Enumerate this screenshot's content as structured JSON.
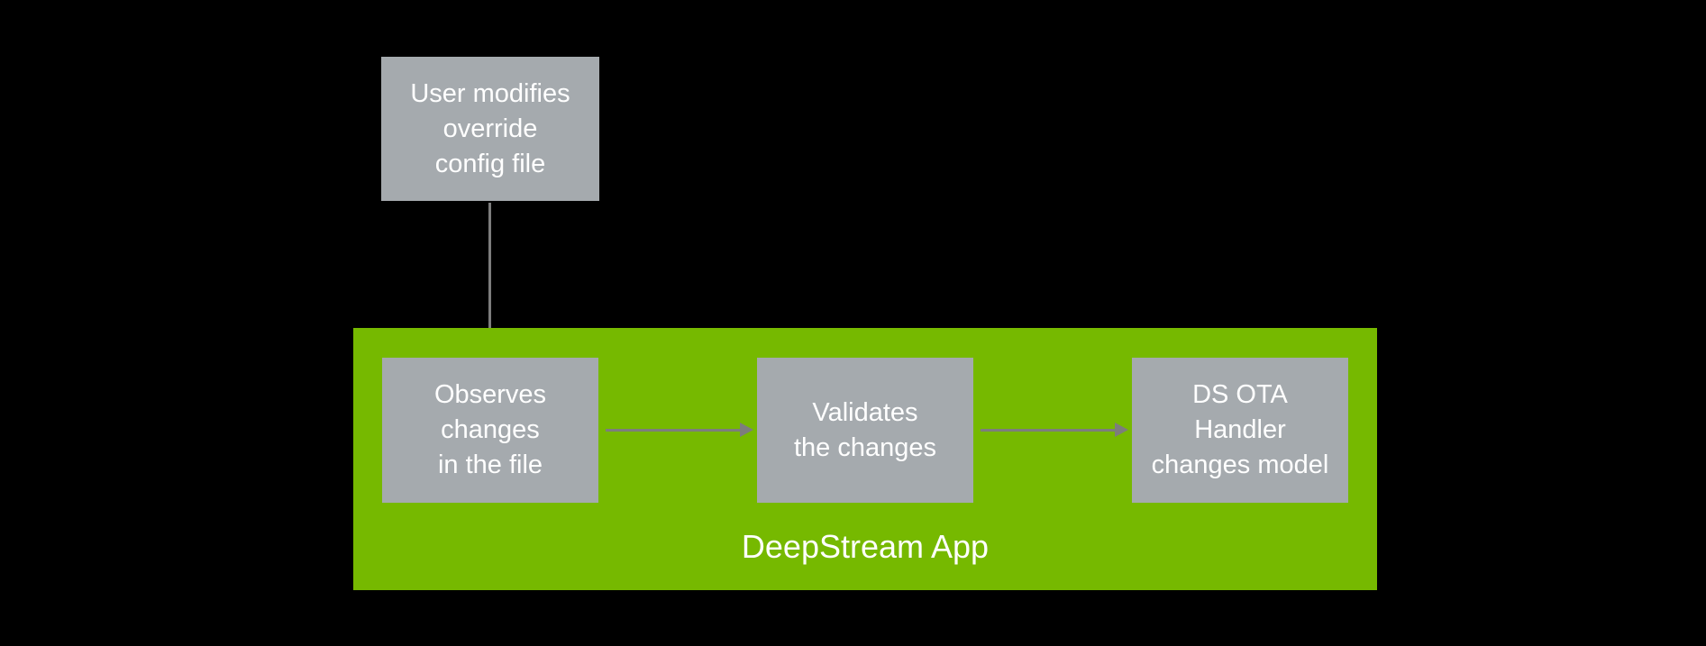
{
  "colors": {
    "background": "#000000",
    "nvidia-green": "#76b900",
    "node-gray": "#a5aaae",
    "arrow-gray": "#7d7d7d",
    "text-white": "#ffffff"
  },
  "nodes": {
    "user_modifies": {
      "label": "User modifies\noverride\nconfig file"
    },
    "observes": {
      "label": "Observes\nchanges\nin the file"
    },
    "validates": {
      "label": "Validates\nthe changes"
    },
    "ota_handler": {
      "label": "DS OTA\nHandler\nchanges model"
    }
  },
  "group": {
    "label": "DeepStream App"
  },
  "edges": [
    {
      "from": "user_modifies",
      "to": "observes",
      "direction": "down"
    },
    {
      "from": "observes",
      "to": "validates",
      "direction": "right"
    },
    {
      "from": "validates",
      "to": "ota_handler",
      "direction": "right"
    }
  ]
}
